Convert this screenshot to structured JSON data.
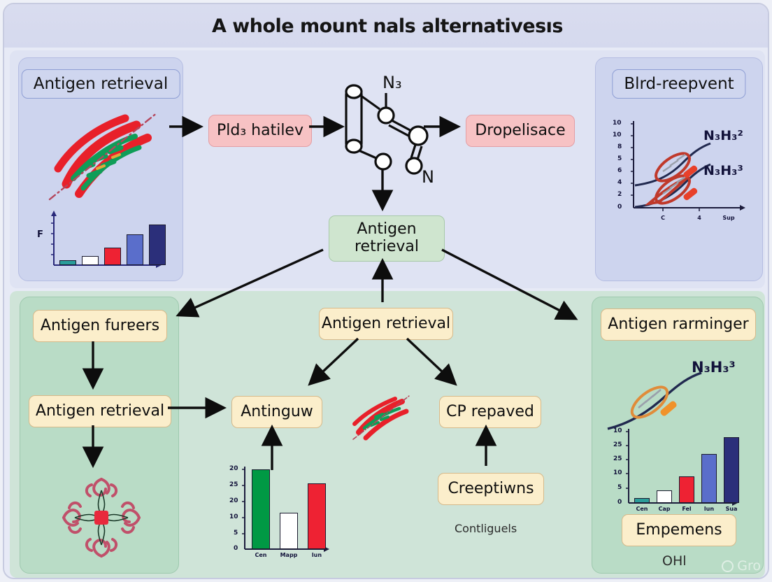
{
  "header": {
    "title": "A whole mount nals alternativesıs"
  },
  "upper": {
    "left_panel": {
      "title": "Antigen retrieval",
      "illustration": "tissue-fiber-illustration",
      "chart": {
        "type": "bar",
        "ylabel": "F",
        "categories": [
          "",
          "",
          "",
          "",
          ""
        ],
        "values": [
          4,
          9,
          22,
          44,
          60
        ],
        "colors": [
          "#2a9d9a",
          "#ffffff",
          "#ee2233",
          "#5a6ecb",
          "#2b2f7a"
        ]
      }
    },
    "flow": {
      "node_pld": "Pld₃ hatilev",
      "node_drop": "Dropelisace",
      "node_antigen": "Antigen\nretrieval",
      "molecule": {
        "label_top": "N₃",
        "label_bottom": "N"
      }
    },
    "right_panel": {
      "title": "Blrd-reepvent",
      "chart": {
        "type": "line",
        "yticks": [
          "10",
          "10",
          "8",
          "5",
          "6",
          "4",
          "2",
          "0"
        ],
        "xticks": [
          "C",
          "4",
          "Sup"
        ],
        "annotations": [
          "N₃H₃²",
          "N₃H₃³"
        ]
      }
    }
  },
  "lower": {
    "left_panel": {
      "node_top": "Antigen furɐers",
      "node_mid": "Antigen retrieval",
      "illustration": "floral-cross-illustration"
    },
    "center": {
      "node_top": "Antigen retrieval",
      "node_left": "Antinguw",
      "node_right": "CP repaved",
      "node_sub": "Creeptiwns",
      "caption": "Contliguels",
      "illustration": "tissue-fiber-illustration",
      "chart": {
        "type": "bar",
        "yticks": [
          "20",
          "25",
          "20",
          "10",
          "5",
          "0"
        ],
        "categories": [
          "Cen",
          "Mapp",
          "lun"
        ],
        "values": [
          100,
          45,
          82
        ],
        "colors": [
          "#009944",
          "#ffffff",
          "#ee2233"
        ]
      }
    },
    "right_panel": {
      "title": "Antigen rarminger",
      "annotation": "N₃H₃³",
      "node_bottom": "Empemens",
      "caption": "OHl",
      "chart": {
        "type": "bar",
        "yticks": [
          "10",
          "25",
          "25",
          "10",
          "5",
          "0"
        ],
        "categories": [
          "Cen",
          "Cap",
          "Fel",
          "lun",
          "Sua"
        ],
        "values": [
          6,
          17,
          36,
          67,
          90
        ],
        "colors": [
          "#2a9d9a",
          "#ffffff",
          "#ee2233",
          "#5a6ecb",
          "#2b2f7a"
        ]
      }
    }
  },
  "watermark": {
    "text": "Gro"
  },
  "chart_data": [
    {
      "type": "bar",
      "title": "Antigen retrieval panel chart",
      "categories": [
        "",
        "",
        "",
        "",
        ""
      ],
      "values": [
        4,
        9,
        22,
        44,
        60
      ],
      "ylabel": "F",
      "xlabel": "",
      "ylim": [
        0,
        70
      ],
      "colors": [
        "#2a9d9a",
        "#ffffff",
        "#ee2233",
        "#5a6ecb",
        "#2b2f7a"
      ],
      "grid": false,
      "legend": "none"
    },
    {
      "type": "line",
      "title": "Blrd-reepvent panel chart",
      "x": [
        "C",
        "4",
        "Sup"
      ],
      "series": [
        {
          "name": "N₃H₃²",
          "values": [
            5,
            8,
            10
          ]
        },
        {
          "name": "N₃H₃³",
          "values": [
            0,
            3,
            5
          ]
        }
      ],
      "ytick_labels": [
        "10",
        "10",
        "8",
        "5",
        "6",
        "4",
        "2",
        "0"
      ],
      "ylabel": "",
      "xlabel": "",
      "ylim": [
        0,
        10
      ],
      "grid": false,
      "legend": "inline-annotations"
    },
    {
      "type": "bar",
      "title": "Center lower panel chart",
      "categories": [
        "Cen",
        "Mapp",
        "lun"
      ],
      "values": [
        20,
        11,
        24
      ],
      "ytick_labels": [
        "20",
        "25",
        "20",
        "10",
        "5",
        "0"
      ],
      "ylabel": "",
      "xlabel": "",
      "ylim": [
        0,
        20
      ],
      "colors": [
        "#009944",
        "#ffffff",
        "#ee2233"
      ],
      "grid": false,
      "legend": "none"
    },
    {
      "type": "bar",
      "title": "Antigen rarminger panel chart",
      "categories": [
        "Cen",
        "Cap",
        "Fel",
        "lun",
        "Sua"
      ],
      "values": [
        2,
        4,
        8,
        25,
        28
      ],
      "ytick_labels": [
        "10",
        "25",
        "25",
        "10",
        "5",
        "0"
      ],
      "ylabel": "",
      "xlabel": "",
      "ylim": [
        0,
        30
      ],
      "colors": [
        "#2a9d9a",
        "#ffffff",
        "#ee2233",
        "#5a6ecb",
        "#2b2f7a"
      ],
      "grid": false,
      "legend": "none"
    }
  ]
}
